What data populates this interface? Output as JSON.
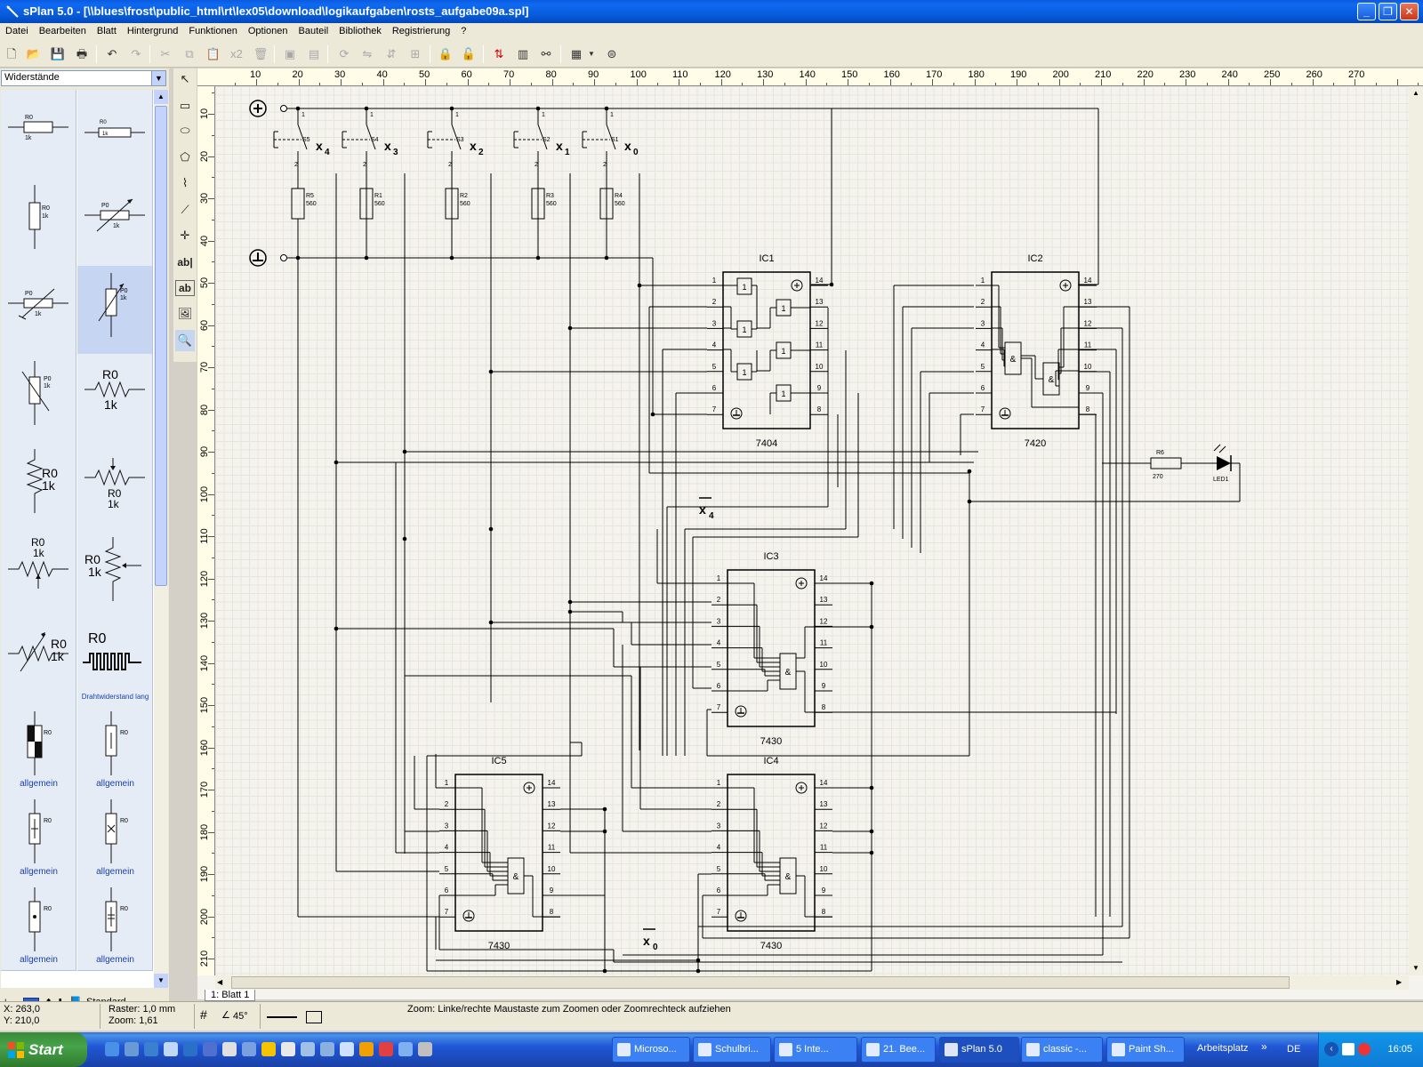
{
  "window": {
    "title": "sPlan 5.0 - [\\\\blues\\frost\\public_html\\rt\\lex05\\download\\logikaufgaben\\rosts_aufgabe09a.spl]"
  },
  "menu": [
    "Datei",
    "Bearbeiten",
    "Blatt",
    "Hintergrund",
    "Funktionen",
    "Optionen",
    "Bauteil",
    "Bibliothek",
    "Registrierung",
    "?"
  ],
  "toolbar": {
    "zoom_x2": "x2"
  },
  "library": {
    "selected": "Widerstände",
    "cells": [
      {
        "symbol": "resistor-h",
        "label": "",
        "text": [
          "R0",
          "1k"
        ]
      },
      {
        "symbol": "resistor-h-small",
        "label": "",
        "text": [
          "R0",
          "1k"
        ]
      },
      {
        "symbol": "resistor-v",
        "label": "",
        "text": [
          "R0",
          "1k"
        ]
      },
      {
        "symbol": "pot-h",
        "label": "",
        "text": [
          "P0",
          "1k"
        ]
      },
      {
        "symbol": "pot-h-trim",
        "label": "",
        "text": [
          "P0",
          "1k"
        ]
      },
      {
        "symbol": "pot-v",
        "label": "",
        "text": [
          "P0",
          "1k"
        ]
      },
      {
        "symbol": "pot-v-var",
        "label": "",
        "text": [
          "P0",
          "1k"
        ]
      },
      {
        "symbol": "zigzag-h",
        "label": "",
        "text": [
          "R0",
          "1k"
        ]
      },
      {
        "symbol": "zigzag-v",
        "label": "",
        "text": [
          "R0",
          "1k"
        ]
      },
      {
        "symbol": "zigzag-wiper",
        "label": "",
        "text": [
          "R0",
          "1k"
        ]
      },
      {
        "symbol": "zigzag-wiper-up",
        "label": "",
        "text": [
          "R0",
          "1k"
        ]
      },
      {
        "symbol": "zigzag-v-wiper",
        "label": "",
        "text": [
          "R0",
          "1k"
        ]
      },
      {
        "symbol": "zigzag-var",
        "label": "",
        "text": [
          "R0",
          "1k"
        ]
      },
      {
        "symbol": "wire-wound",
        "label": "Drahtwiderstand lang",
        "text": [
          "R0"
        ]
      },
      {
        "symbol": "thermistor-filled",
        "label": "allgemein",
        "text": [
          "R0"
        ]
      },
      {
        "symbol": "box-v-line",
        "label": "allgemein",
        "text": [
          "R0"
        ]
      },
      {
        "symbol": "box-v-plus",
        "label": "allgemein",
        "text": [
          "R0"
        ]
      },
      {
        "symbol": "box-v-x",
        "label": "allgemein",
        "text": [
          "R0"
        ]
      },
      {
        "symbol": "box-v-dot",
        "label": "allgemein",
        "text": [
          "R0"
        ]
      },
      {
        "symbol": "box-v-double",
        "label": "allgemein",
        "text": [
          "R0"
        ]
      }
    ],
    "bottom_label": "Standard"
  },
  "rulers": {
    "top": [
      "10",
      "20",
      "30",
      "40",
      "50",
      "60",
      "70",
      "80",
      "90",
      "100",
      "110",
      "120",
      "130",
      "140",
      "150",
      "160",
      "170",
      "180",
      "190",
      "200",
      "210",
      "220",
      "230",
      "240",
      "250",
      "260",
      "270"
    ],
    "left": [
      "10",
      "20",
      "30",
      "40",
      "50",
      "60",
      "70",
      "80",
      "90",
      "100",
      "110",
      "120",
      "130",
      "140",
      "150",
      "160",
      "170",
      "180",
      "190",
      "200",
      "210"
    ]
  },
  "schematic": {
    "switches": [
      {
        "name": "S5",
        "var": "x",
        "sub": "4"
      },
      {
        "name": "S4",
        "var": "x",
        "sub": "3"
      },
      {
        "name": "S3",
        "var": "x",
        "sub": "2"
      },
      {
        "name": "S2",
        "var": "x",
        "sub": "1"
      },
      {
        "name": "S1",
        "var": "x",
        "sub": "0"
      }
    ],
    "resistors": [
      {
        "name": "R5",
        "value": "560"
      },
      {
        "name": "R1",
        "value": "560"
      },
      {
        "name": "R2",
        "value": "560"
      },
      {
        "name": "R3",
        "value": "560"
      },
      {
        "name": "R4",
        "value": "560"
      }
    ],
    "pin1": "1",
    "pin2": "2",
    "ics": [
      {
        "name": "IC1",
        "type": "7404",
        "gate": "1"
      },
      {
        "name": "IC2",
        "type": "7420",
        "gate": "&"
      },
      {
        "name": "IC3",
        "type": "7430",
        "gate": "&"
      },
      {
        "name": "IC4",
        "type": "7430",
        "gate": "&"
      },
      {
        "name": "IC5",
        "type": "7430",
        "gate": "&"
      }
    ],
    "left_pins": [
      "1",
      "2",
      "3",
      "4",
      "5",
      "6",
      "7"
    ],
    "right_pins": [
      "14",
      "13",
      "12",
      "11",
      "10",
      "9",
      "8"
    ],
    "r6": {
      "name": "R6",
      "value": "270"
    },
    "led": {
      "name": "LED1"
    },
    "labels": {
      "x4bar_var": "x",
      "x4bar_sub": "4",
      "x0bar_var": "x",
      "x0bar_sub": "0"
    }
  },
  "sheet_tab": "1: Blatt 1",
  "status": {
    "x": "X: 263,0",
    "y": "Y: 210,0",
    "raster": "Raster: 1,0 mm",
    "zoom": "Zoom:    1,61",
    "angle": "45°",
    "hint": "Zoom: Linke/rechte Maustaste zum Zoomen oder Zoomrechteck aufziehen"
  },
  "taskbar": {
    "start": "Start",
    "tasks": [
      "Microso...",
      "Schulbri...",
      "5 Inte...",
      "21. Bee...",
      "sPlan 5.0",
      "classic -...",
      "Paint Sh..."
    ],
    "arbeitsplatz": "Arbeitsplatz",
    "lang": "DE",
    "clock": "16:05"
  }
}
